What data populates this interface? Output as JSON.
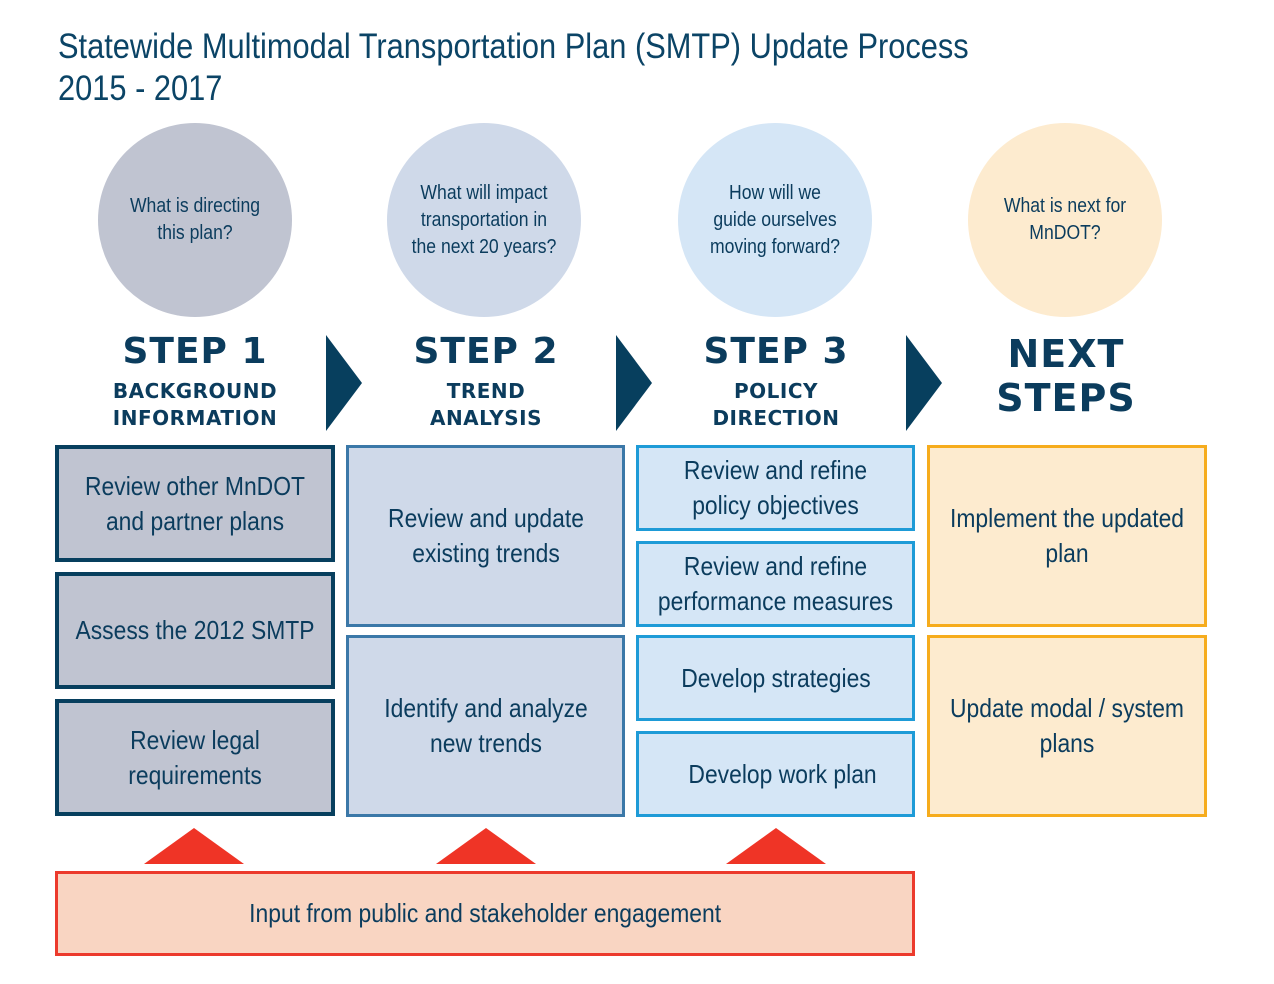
{
  "title": {
    "line1": "Statewide Multimodal Transportation Plan (SMTP) Update Process",
    "line2": "2015 - 2017"
  },
  "colors": {
    "navy": "#073f5e",
    "step1_fill": "#c0c4d1",
    "step2_fill": "#cfd9e9",
    "step3_fill": "#d5e6f6",
    "next_fill": "#fdebcf",
    "next_border": "#f6ac1d",
    "input_fill": "#f9d5c2",
    "input_accent": "#ef3426"
  },
  "columns": [
    {
      "question": "What is directing this plan?",
      "step": "STEP 1",
      "subtitle_line1": "BACKGROUND",
      "subtitle_line2": "INFORMATION",
      "boxes": [
        "Review other MnDOT and partner plans",
        "Assess the 2012 SMTP",
        "Review legal requirements"
      ]
    },
    {
      "question": "What will impact transportation in the next 20 years?",
      "step": "STEP 2",
      "subtitle_line1": "TREND",
      "subtitle_line2": "ANALYSIS",
      "boxes": [
        "Review and update existing trends",
        "Identify and analyze new trends"
      ]
    },
    {
      "question": "How will we guide ourselves moving forward?",
      "step": "STEP 3",
      "subtitle_line1": "POLICY",
      "subtitle_line2": "DIRECTION",
      "boxes": [
        "Review and refine policy objectives",
        "Review and refine performance measures",
        "Develop strategies",
        "Develop work plan"
      ]
    },
    {
      "question": "What is next for MnDOT?",
      "step_line1": "NEXT",
      "step_line2": "STEPS",
      "boxes": [
        "Implement the updated plan",
        "Update modal / system plans"
      ]
    }
  ],
  "input_bar": {
    "label": "Input from public and stakeholder engagement"
  }
}
